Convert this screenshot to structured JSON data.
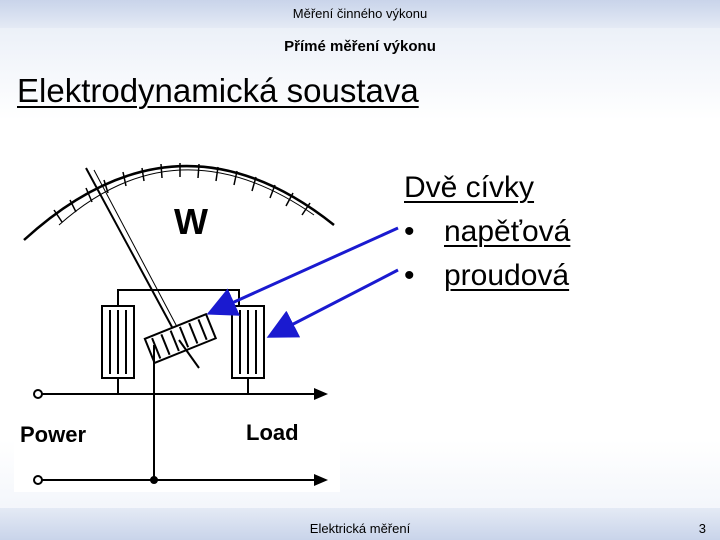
{
  "header": {
    "title": "Měření činného výkonu"
  },
  "slide": {
    "subtitle": "Přímé měření výkonu",
    "title": "Elektrodynamická soustava",
    "heading": "Dvě cívky",
    "bullets": [
      "napěťová",
      "proudová"
    ],
    "bullet_symbol": "•"
  },
  "figure": {
    "meter_label": "W",
    "power_label": "Power",
    "load_label": "Load"
  },
  "footer": {
    "text": "Elektrická měření",
    "page_number": "3"
  },
  "colors": {
    "arrow": "#1a1ad0",
    "topbar": "#c9d4ea"
  }
}
